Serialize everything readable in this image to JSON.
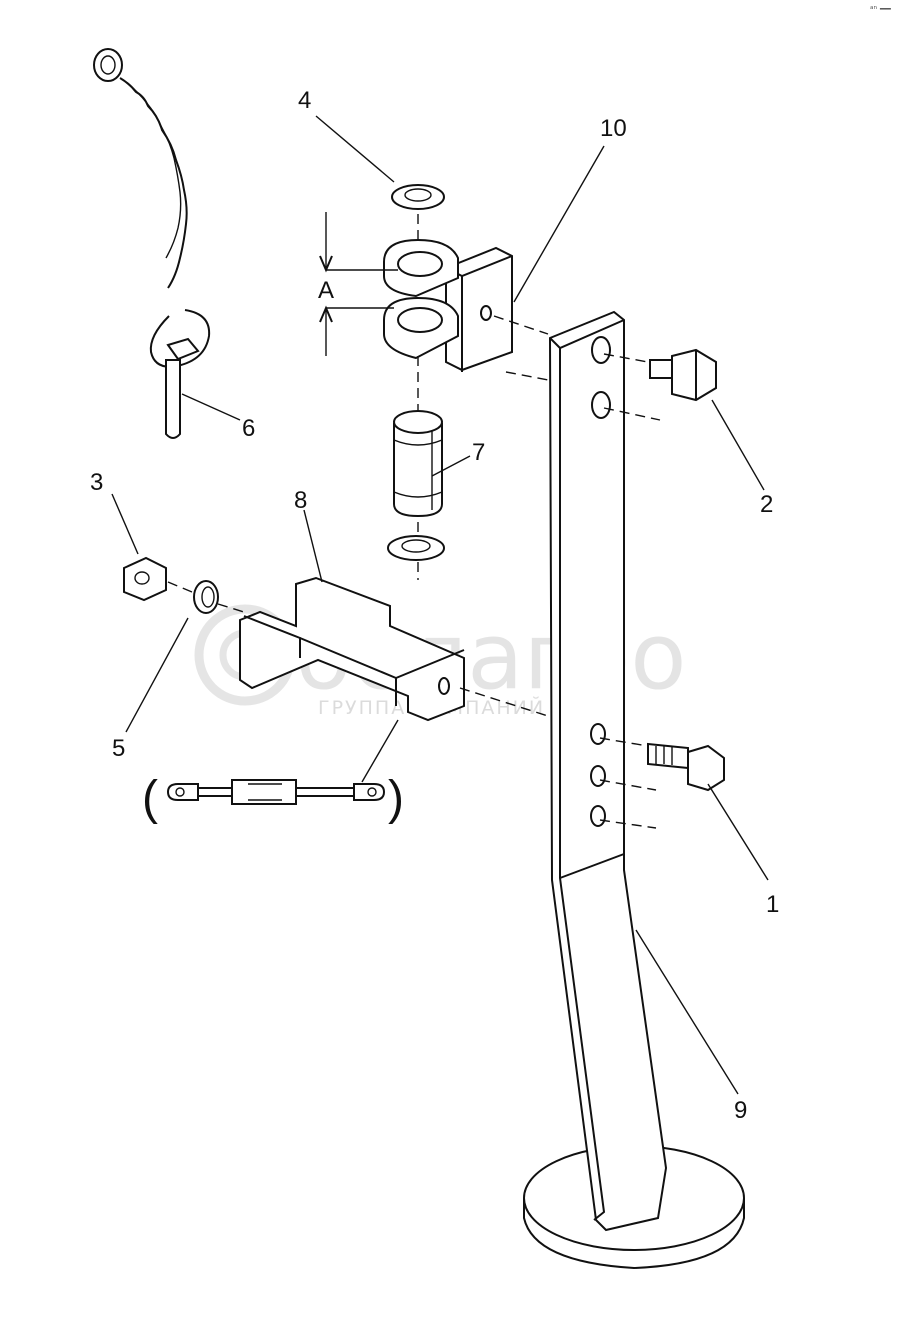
{
  "watermark": {
    "brand": "белагро",
    "sub": "ГРУППА КОМПАНИЙ"
  },
  "corner_mark": "ᵃⁿ ━━",
  "callouts": {
    "c1": "1",
    "c2": "2",
    "c3": "3",
    "c4": "4",
    "c5": "5",
    "c6": "6",
    "c7": "7",
    "c8": "8",
    "c9": "9",
    "c10": "10"
  },
  "dimension": {
    "label": "A"
  },
  "brackets": {
    "open": "(",
    "close": ")"
  }
}
